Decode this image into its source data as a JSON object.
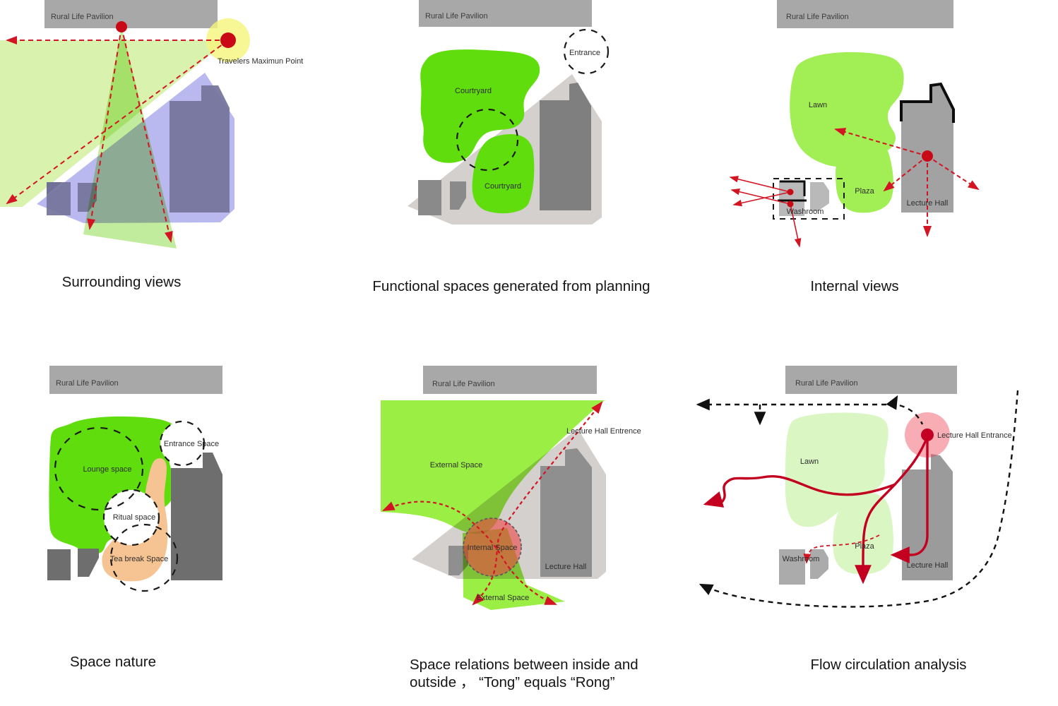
{
  "panels": {
    "surrounding_views": {
      "title": "Surrounding views",
      "pavilion_label": "Rural Life Pavilion",
      "point_label": "Travelers Maximun Point"
    },
    "functional_spaces": {
      "title": "Functional spaces generated from planning",
      "pavilion_label": "Rural Life Pavilion",
      "entrance_label": "Entrance",
      "courtyard_upper_label": "Courtryard",
      "courtyard_lower_label": "Courtryard"
    },
    "internal_views": {
      "title": "Internal views",
      "pavilion_label": "Rural Life Pavilion",
      "lawn_label": "Lawn",
      "plaza_label": "Plaza",
      "washroom_label": "Washroom",
      "lecture_hall_label": "Lecture Hall"
    },
    "space_nature": {
      "title": "Space nature",
      "pavilion_label": "Rural Life Pavilion",
      "lounge_label": "Lounge space",
      "entrance_label": "Entrance Space",
      "ritual_label": "Ritual space",
      "tea_label": "Tea break Space"
    },
    "space_relations": {
      "title_line1": "Space relations between inside and",
      "title_line2": "outside ，  “Tong”  equals  “Rong”",
      "pavilion_label": "Rural Life Pavilion",
      "external_upper_label": "External Space",
      "external_lower_label": "External Space",
      "internal_label": "Internal Space",
      "lecture_hall_label": "Lecture Hall",
      "entrance_label": "Lecture Hall Entrence"
    },
    "flow_circulation": {
      "title": "Flow circulation analysis",
      "pavilion_label": "Rural Life Pavilion",
      "lawn_label": "Lawn",
      "plaza_label": "Plaza",
      "washroom_label": "Washroom",
      "lecture_hall_label": "Lecture Hall",
      "entrance_label": "Lecture Hall Entrance"
    }
  },
  "colors": {
    "view_red": "#d31423",
    "flow_red": "#c40020",
    "pale_green": "#d9f2ae",
    "cone_green": "#c2ec9d",
    "bright_green": "#5fdd0c",
    "lawn_green": "#a2ee55",
    "pale_lawn_green": "#d9f6c3",
    "relation_green": "#9aee44",
    "site_blue": "#b9b9f0",
    "building_blue_gray": "#73739b",
    "pavilion_gray": "#a8a8a8",
    "site_gray": "#d3d0cd",
    "building_dark_gray": "#6e6e6e",
    "building_mid_gray": "#9b9b9b",
    "washroom_gray": "#b9b9b9",
    "tea_tan": "#f6c492",
    "highlight_yellow": "#f5f57a",
    "entrance_pink": "#ee3b4e",
    "dash_black": "#111111"
  }
}
